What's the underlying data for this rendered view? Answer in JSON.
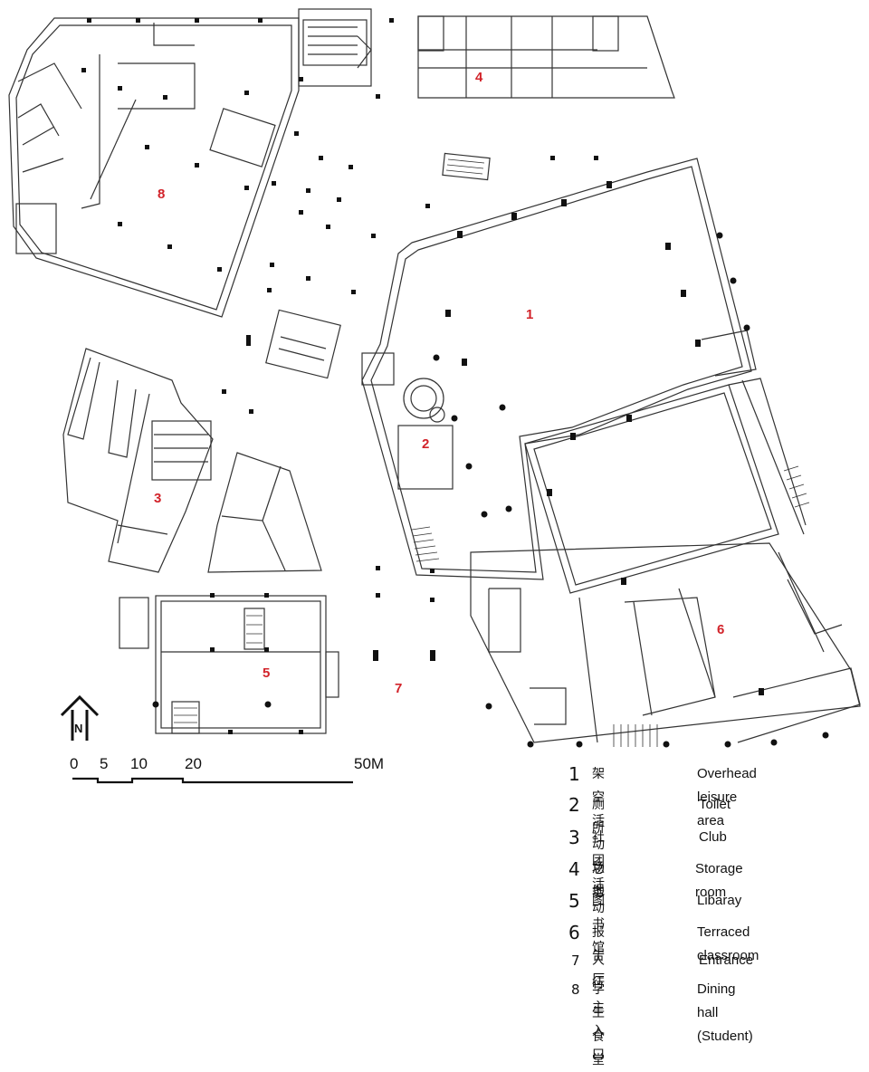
{
  "zones": [
    "1",
    "2",
    "3",
    "4",
    "5",
    "6",
    "7",
    "8"
  ],
  "scale_bar": [
    "0",
    "5",
    "10",
    "20",
    "50M"
  ],
  "north_label": "N",
  "legend": [
    {
      "num": "1",
      "cn": "架空活动场地",
      "en": "Overhead leisure area"
    },
    {
      "num": "2",
      "cn": "厕所",
      "en": "Toilet"
    },
    {
      "num": "3",
      "cn": "社团活动",
      "en": "Club"
    },
    {
      "num": "4",
      "cn": "总务",
      "en": "Storage room"
    },
    {
      "num": "5",
      "cn": "图书馆",
      "en": "Libaray"
    },
    {
      "num": "6",
      "cn": "报告厅",
      "en": "Terraced classroom"
    },
    {
      "num": "7",
      "cn": "人行主入口",
      "en": "Entrance"
    },
    {
      "num": "8",
      "cn": "学生食堂",
      "en": "Dining hall (Student)"
    }
  ],
  "colors": {
    "zone_label": "#d2232a",
    "line": "#333333",
    "column": "#111111"
  }
}
